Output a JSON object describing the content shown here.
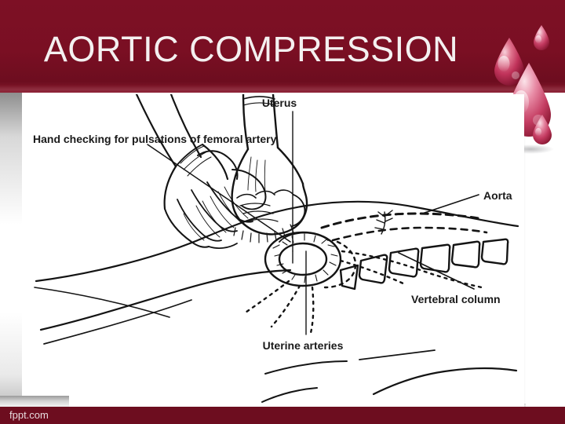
{
  "slide": {
    "title": "AORTIC COMPRESSION",
    "header_color": "#7a0f23",
    "footer_color": "#6d0d1f",
    "title_color": "#f4f0f0"
  },
  "decoration": {
    "blood_drops_icon": "blood-drops-icon",
    "drop_color_light": "#e8879f",
    "drop_color_mid": "#c8395c",
    "drop_color_dark": "#8e1833"
  },
  "figure": {
    "alt": "Line drawing of two hands performing aortic compression on a postpartum abdomen",
    "labels": {
      "femoral": "Hand checking for pulsations of femoral artery",
      "uterus": "Uterus",
      "aorta": "Aorta",
      "vertebral": "Vertebral column",
      "uterine_arteries": "Uterine arteries"
    }
  },
  "footer": {
    "source": "fppt.com"
  }
}
